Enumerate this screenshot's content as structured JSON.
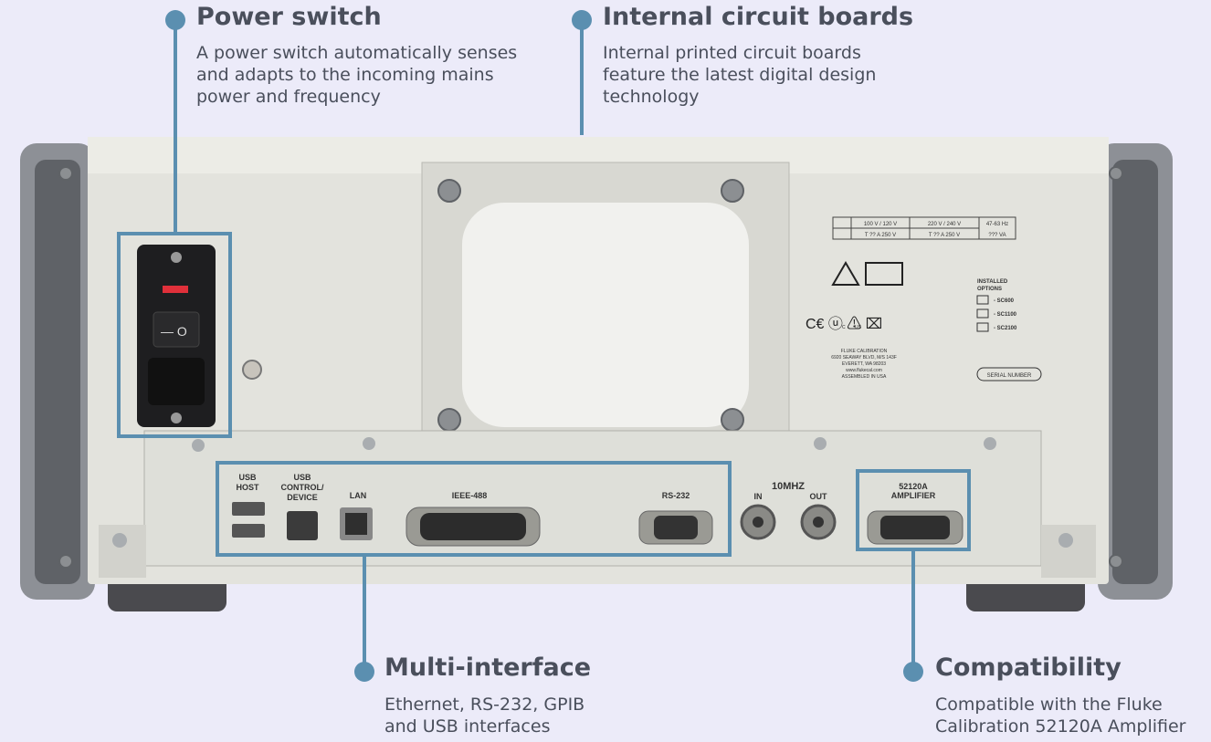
{
  "callouts": {
    "power": {
      "title": "Power switch",
      "text": "A power switch automatically senses and adapts to the incoming mains power and frequency"
    },
    "boards": {
      "title": "Internal circuit boards",
      "text": "Internal printed circuit boards feature the latest digital design technology"
    },
    "interface": {
      "title": "Multi-interface",
      "text": "Ethernet, RS-232, GPIB and USB interfaces"
    },
    "compat": {
      "title": "Compatibility",
      "text": "Compatible with the Fluke Calibration 52120A Amplifier"
    }
  },
  "device": {
    "ports": {
      "usb_host": [
        "USB",
        "HOST"
      ],
      "usb_device": [
        "USB",
        "CONTROL/",
        "DEVICE"
      ],
      "lan": "LAN",
      "ieee": "IEEE-488",
      "rs232": "RS-232",
      "freq": "10MHZ",
      "in": "IN",
      "out": "OUT",
      "amp": [
        "52120A",
        "AMPLIFIER"
      ]
    },
    "rating_table": [
      [
        "100 V / 120 V",
        "220 V / 240 V",
        "47-63 Hz"
      ],
      [
        "T ?? A 250 V",
        "T ?? A 250 V",
        "??? VA"
      ]
    ],
    "options": {
      "title": [
        "INSTALLED",
        "OPTIONS"
      ],
      "items": [
        "- SC600",
        "- SC1100",
        "- SC2100"
      ]
    },
    "maker": [
      "FLUKE CALIBRATION",
      "6920 SEAWAY BLVD, M/S 143F",
      "EVERETT, WA 98203",
      "www.flukecal.com",
      "ASSEMBLED IN USA"
    ],
    "serial": "SERIAL NUMBER",
    "cert_us": "US",
    "cert_c": "C"
  },
  "colors": {
    "accent": "#5b8fb0",
    "background": "#ecebf9",
    "text": "#4a4f5c"
  }
}
